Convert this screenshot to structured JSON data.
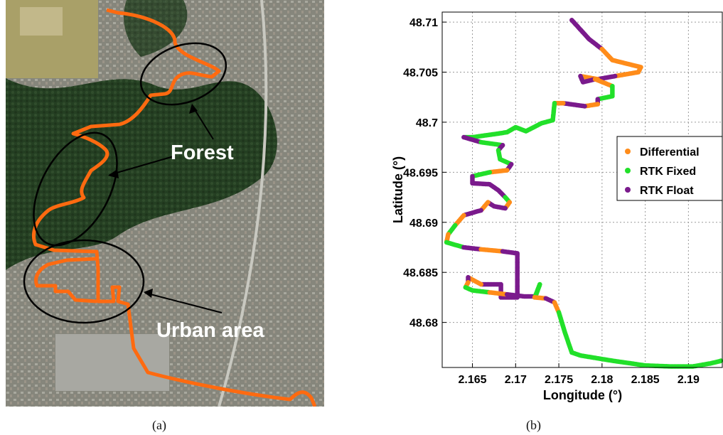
{
  "captions": {
    "a": "(a)",
    "b": "(b)"
  },
  "map_annotations": {
    "forest": "Forest",
    "urban": "Urban area"
  },
  "colors": {
    "track": "#ff6a10",
    "differential": "#ff8c1a",
    "rtk_fixed": "#22e02a",
    "rtk_float": "#7a1a8c",
    "forest": "#1e3a1c",
    "urban": "#7c7c72"
  },
  "chart_data": [
    {
      "type": "scatter",
      "title": "",
      "xlabel": "Longitude (°)",
      "ylabel": "Latitude (°)",
      "xlim": [
        2.1615,
        2.194
      ],
      "ylim": [
        48.6755,
        48.711
      ],
      "xticks": [
        2.165,
        2.17,
        2.175,
        2.18,
        2.185,
        2.19
      ],
      "yticks": [
        48.68,
        48.685,
        48.69,
        48.695,
        48.7,
        48.705,
        48.71
      ],
      "xtick_labels": [
        "2.165",
        "2.17",
        "2.175",
        "2.18",
        "2.185",
        "2.19"
      ],
      "ytick_labels": [
        "48.68",
        "48.685",
        "48.69",
        "48.695",
        "48.7",
        "48.705",
        "48.71"
      ],
      "grid": true,
      "legend_position": "right",
      "series": [
        {
          "name": "Differential",
          "color": "#ff8c1a"
        },
        {
          "name": "RTK Fixed",
          "color": "#22e02a"
        },
        {
          "name": "RTK Float",
          "color": "#7a1a8c"
        }
      ],
      "trajectory": [
        [
          2.1765,
          48.7102,
          "float"
        ],
        [
          2.1785,
          48.7083,
          "float"
        ],
        [
          2.18,
          48.7073,
          "diff"
        ],
        [
          2.1812,
          48.7062,
          "diff"
        ],
        [
          2.1845,
          48.7055,
          "diff"
        ],
        [
          2.1842,
          48.705,
          "diff"
        ],
        [
          2.1815,
          48.7046,
          "float"
        ],
        [
          2.1795,
          48.7043,
          "diff"
        ],
        [
          2.1775,
          48.7046,
          "float"
        ],
        [
          2.1778,
          48.704,
          "float"
        ],
        [
          2.1792,
          48.7043,
          "diff"
        ],
        [
          2.1812,
          48.7036,
          "green"
        ],
        [
          2.1812,
          48.7026,
          "green"
        ],
        [
          2.1795,
          48.7023,
          "float"
        ],
        [
          2.1795,
          48.7018,
          "diff"
        ],
        [
          2.178,
          48.7016,
          "float"
        ],
        [
          2.1755,
          48.7019,
          "diff"
        ],
        [
          2.1745,
          48.7019,
          "green"
        ],
        [
          2.1743,
          48.7002,
          "green"
        ],
        [
          2.173,
          48.6999,
          "green"
        ],
        [
          2.1712,
          48.6991,
          "green"
        ],
        [
          2.17,
          48.6995,
          "green"
        ],
        [
          2.169,
          48.699,
          "green"
        ],
        [
          2.1675,
          48.6988,
          "green"
        ],
        [
          2.165,
          48.6985,
          "green"
        ],
        [
          2.164,
          48.6985,
          "float"
        ],
        [
          2.166,
          48.698,
          "green"
        ],
        [
          2.1685,
          48.6977,
          "float"
        ],
        [
          2.168,
          48.6972,
          "green"
        ],
        [
          2.1682,
          48.6963,
          "green"
        ],
        [
          2.1695,
          48.6958,
          "float"
        ],
        [
          2.169,
          48.6952,
          "diff"
        ],
        [
          2.167,
          48.695,
          "green"
        ],
        [
          2.165,
          48.6946,
          "float"
        ],
        [
          2.165,
          48.6939,
          "float"
        ],
        [
          2.167,
          48.6938,
          "float"
        ],
        [
          2.168,
          48.6932,
          "float"
        ],
        [
          2.1688,
          48.6925,
          "green"
        ],
        [
          2.1693,
          48.692,
          "diff"
        ],
        [
          2.1688,
          48.6914,
          "float"
        ],
        [
          2.1675,
          48.6916,
          "float"
        ],
        [
          2.1668,
          48.692,
          "diff"
        ],
        [
          2.166,
          48.6912,
          "float"
        ],
        [
          2.164,
          48.6907,
          "diff"
        ],
        [
          2.163,
          48.6897,
          "green"
        ],
        [
          2.1622,
          48.6888,
          "diff"
        ],
        [
          2.162,
          48.688,
          "green"
        ],
        [
          2.164,
          48.6875,
          "float"
        ],
        [
          2.166,
          48.6873,
          "diff"
        ],
        [
          2.1685,
          48.6871,
          "float"
        ],
        [
          2.1702,
          48.6869,
          "float"
        ],
        [
          2.1702,
          48.6855,
          "float"
        ],
        [
          2.1702,
          48.684,
          "float"
        ],
        [
          2.1702,
          48.6825,
          "float"
        ],
        [
          2.1683,
          48.6825,
          "float"
        ],
        [
          2.1683,
          48.6838,
          "float"
        ],
        [
          2.166,
          48.6838,
          "diff"
        ],
        [
          2.1645,
          48.6845,
          "float"
        ],
        [
          2.1645,
          48.684,
          "diff"
        ],
        [
          2.1642,
          48.6835,
          "green"
        ],
        [
          2.165,
          48.6832,
          "green"
        ],
        [
          2.167,
          48.683,
          "diff"
        ],
        [
          2.169,
          48.6828,
          "float"
        ],
        [
          2.171,
          48.6826,
          "float"
        ],
        [
          2.1723,
          48.6826,
          "green"
        ],
        [
          2.1728,
          48.6838,
          "green"
        ],
        [
          2.1722,
          48.6825,
          "diff"
        ],
        [
          2.1735,
          48.6824,
          "float"
        ],
        [
          2.1745,
          48.682,
          "diff"
        ],
        [
          2.175,
          48.681,
          "green"
        ],
        [
          2.1757,
          48.679,
          "green"
        ],
        [
          2.1765,
          48.677,
          "green"
        ],
        [
          2.1775,
          48.6767,
          "green"
        ],
        [
          2.181,
          48.6762,
          "green"
        ],
        [
          2.185,
          48.6757,
          "green"
        ],
        [
          2.188,
          48.6756,
          "green"
        ],
        [
          2.1905,
          48.6756,
          "green"
        ],
        [
          2.1925,
          48.6759,
          "green"
        ],
        [
          2.194,
          48.6762,
          "green"
        ]
      ]
    }
  ]
}
